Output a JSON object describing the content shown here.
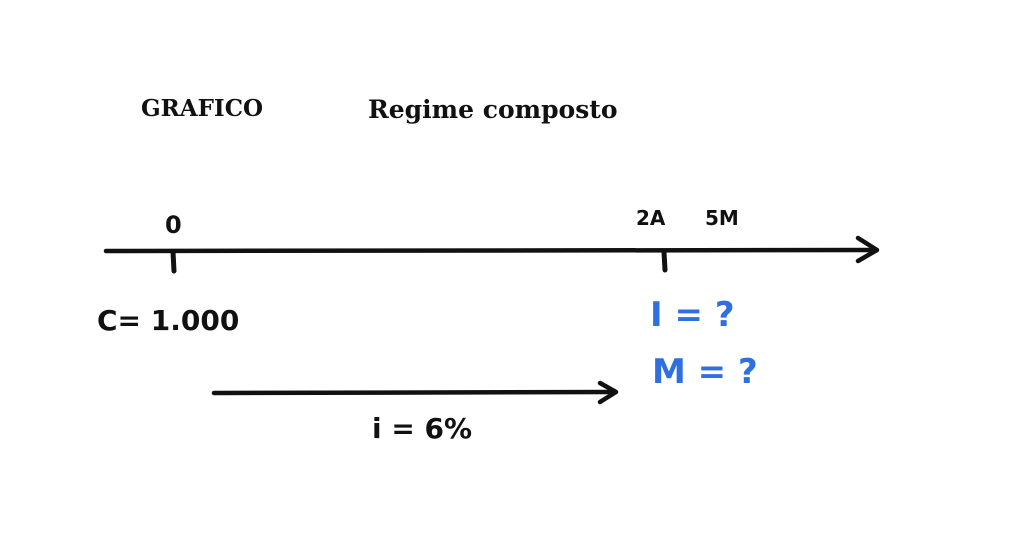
{
  "header": {
    "left_title": "GRAFICO",
    "right_title": "Regime composto"
  },
  "timeline": {
    "start_label": "0",
    "end_labels": [
      "2A",
      "5M"
    ],
    "capital_label": "C= 1.000",
    "interest_question": "I = ?",
    "amount_question": "M = ?",
    "rate_label": "i = 6%"
  },
  "colors": {
    "ink": "#111111",
    "question_blue": "#2f6fe0"
  }
}
